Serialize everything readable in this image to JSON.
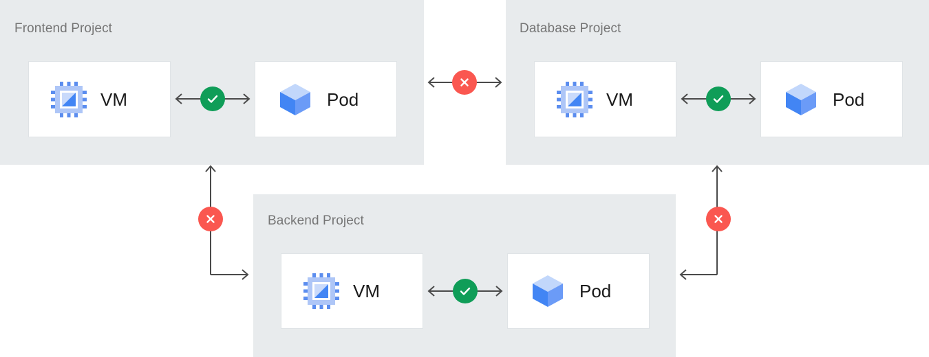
{
  "diagram": {
    "title_color": "#757575",
    "panel_color": "#e8ebed",
    "card_color": "#ffffff",
    "allowed_color": "#0f9d58",
    "blocked_color": "#fa5750",
    "line_color": "#4a4a4a",
    "icons": {
      "vm": "vm-chip-icon",
      "pod": "pod-cube-icon",
      "allowed": "check-circle-icon",
      "blocked": "x-circle-icon",
      "arrow": "arrow-icon"
    }
  },
  "panels": [
    {
      "id": "frontend",
      "title": "Frontend Project",
      "resources": [
        {
          "id": "frontend-vm",
          "label": "VM",
          "icon": "vm-chip-icon"
        },
        {
          "id": "frontend-pod",
          "label": "Pod",
          "icon": "pod-cube-icon"
        }
      ],
      "internal_link": {
        "status": "allowed",
        "icon": "check-circle-icon"
      }
    },
    {
      "id": "database",
      "title": "Database Project",
      "resources": [
        {
          "id": "database-vm",
          "label": "VM",
          "icon": "vm-chip-icon"
        },
        {
          "id": "database-pod",
          "label": "Pod",
          "icon": "pod-cube-icon"
        }
      ],
      "internal_link": {
        "status": "allowed",
        "icon": "check-circle-icon"
      }
    },
    {
      "id": "backend",
      "title": "Backend Project",
      "resources": [
        {
          "id": "backend-vm",
          "label": "VM",
          "icon": "vm-chip-icon"
        },
        {
          "id": "backend-pod",
          "label": "Pod",
          "icon": "pod-cube-icon"
        }
      ],
      "internal_link": {
        "status": "allowed",
        "icon": "check-circle-icon"
      }
    }
  ],
  "cross_project_links": [
    {
      "id": "frontend-database",
      "from": "frontend",
      "to": "database",
      "status": "blocked",
      "icon": "x-circle-icon",
      "shape": "straight"
    },
    {
      "id": "frontend-backend",
      "from": "backend",
      "to": "frontend",
      "status": "blocked",
      "icon": "x-circle-icon",
      "shape": "elbow-left"
    },
    {
      "id": "database-backend",
      "from": "backend",
      "to": "database",
      "status": "blocked",
      "icon": "x-circle-icon",
      "shape": "elbow-right"
    }
  ]
}
